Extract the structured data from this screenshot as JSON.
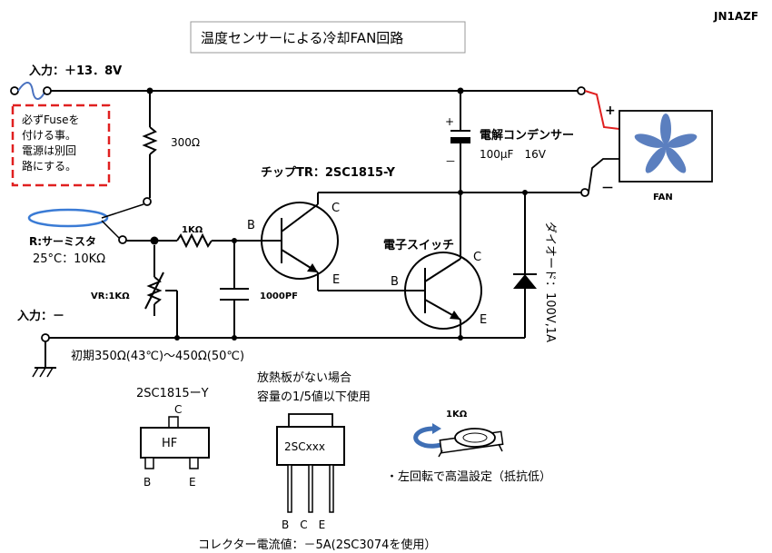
{
  "title": "温度センサーによる冷却FAN回路",
  "author": "JN1AZF",
  "input_plus_label": "入力：＋13．8V",
  "input_minus_label": "入力：－",
  "fuse_note": [
    "必ずFuseを",
    "付ける事。",
    "電源は別回",
    "路にする。"
  ],
  "r300_label": "300Ω",
  "r1k_label": "1KΩ",
  "thermistor_label": "R:サーミスタ",
  "thermistor_spec": "25°C：10KΩ",
  "vr_label": "VR:1KΩ",
  "cap_label": "1000PF",
  "chip_tr_label": "チップTR：2SC1815-Y",
  "switch_label": "電子スイッチ",
  "electrolytic_label": "電解コンデンサー",
  "electrolytic_spec": "100µF　16V",
  "diode_label": "ダイオード：100V,1A",
  "fan_label": "FAN",
  "fan_plus": "+",
  "fan_minus": "－",
  "pin_b": "B",
  "pin_c": "C",
  "pin_e": "E",
  "initial_note": "初期350Ω(43℃)～450Ω(50℃)",
  "pkg1_title": "2SC1815ーY",
  "pkg1_marking": "HF",
  "pkg2_note": [
    "放熱板がない場合",
    "容量の1/5値以下使用"
  ],
  "pkg2_marking": "2SCxxx",
  "pkg2_pins": "B　C　E",
  "collector_current_note": "コレクター電流値：－5A(2SC3074を使用）",
  "trimmer_label": "1KΩ",
  "trimmer_note": "・左回転で高温設定（抵抗低）",
  "colors": {
    "fuse_box": "#e02020",
    "fan_blade": "#5b7fbf",
    "thermistor": "#3a7bd5",
    "fan_lead": "#e02020"
  }
}
